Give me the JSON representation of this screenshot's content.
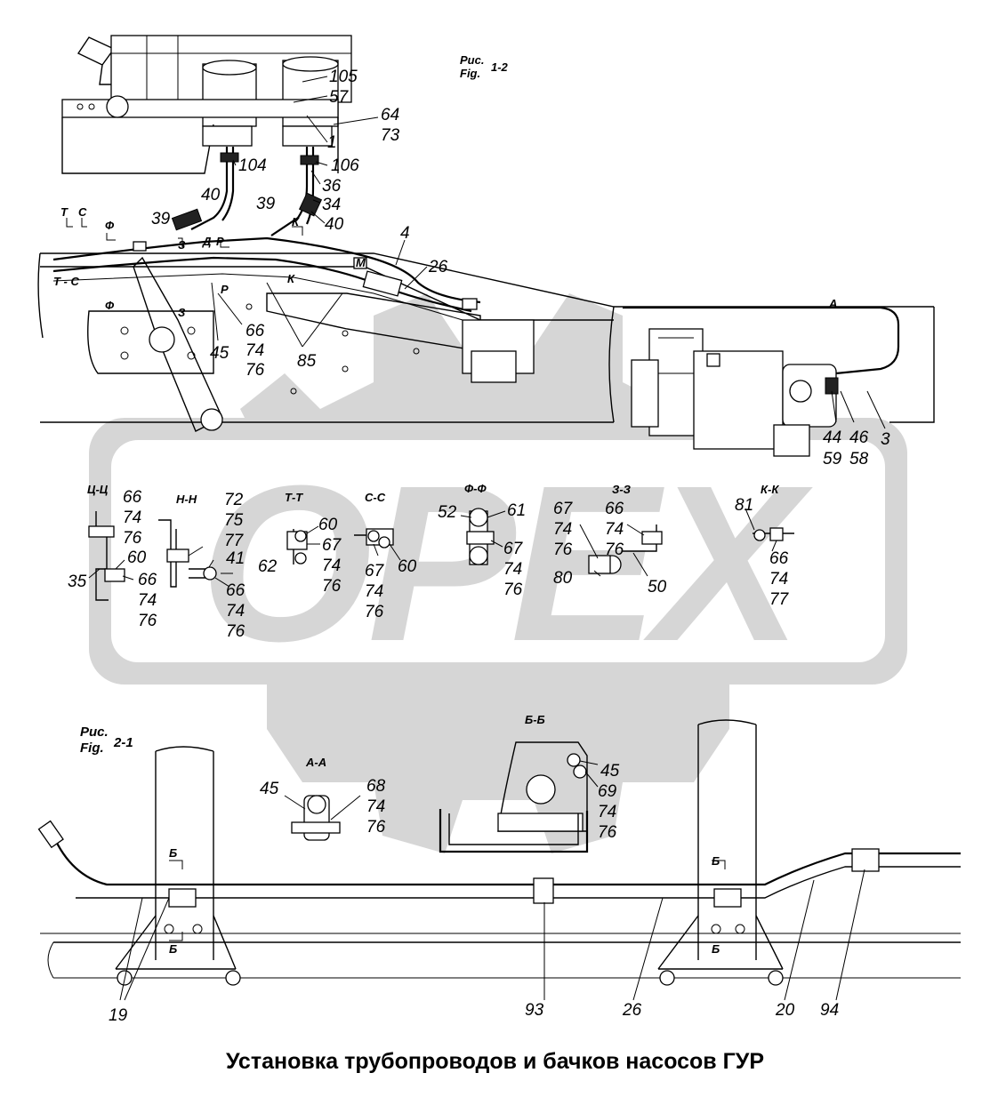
{
  "title": "Установка трубопроводов и бачков насосов ГУР",
  "watermark": "OPEX",
  "colors": {
    "line": "#000000",
    "watermark": "#d0d0d0",
    "background": "#ffffff"
  },
  "figures": [
    {
      "ru": "Рис.",
      "en": "Fig.",
      "num": "1-2"
    },
    {
      "ru": "Рис.",
      "en": "Fig.",
      "num": "2-1"
    }
  ],
  "sections": {
    "cc": "Ц-Ц",
    "nn": "Н-Н",
    "tt": "Т-Т",
    "ss": "С-С",
    "ff": "Ф-Ф",
    "zz": "З-З",
    "kk": "К-К",
    "aa": "А-А",
    "bb": "Б-Б"
  },
  "markers": {
    "t": "Т",
    "c": "С",
    "f": "Ф",
    "z": "З",
    "d": "Д",
    "p": "Р",
    "k": "К",
    "ts": "Т - С",
    "m": "М",
    "b": "Б",
    "a": "А"
  },
  "labels": {
    "l105": "105",
    "l57": "57",
    "l64": "64",
    "l73": "73",
    "l1": "1",
    "l106": "106",
    "l104": "104",
    "l36": "36",
    "l34": "34",
    "l40a": "40",
    "l40b": "40",
    "l39a": "39",
    "l39b": "39",
    "l4": "4",
    "l26a": "26",
    "l66a": "66",
    "l74a": "74",
    "l76a": "76",
    "l45a": "45",
    "l85": "85",
    "l44": "44",
    "l59": "59",
    "l46": "46",
    "l58": "58",
    "l3": "3",
    "cc66": "66",
    "cc74": "74",
    "cc76": "76",
    "cc35": "35",
    "cc60": "60",
    "cc66b": "66",
    "cc74b": "74",
    "cc76b": "76",
    "nn72": "72",
    "nn75": "75",
    "nn77": "77",
    "nn41": "41",
    "nn62": "62",
    "nn66": "66",
    "nn74": "74",
    "nn76": "76",
    "tt60": "60",
    "tt67": "67",
    "tt74": "74",
    "tt76": "76",
    "ss67": "67",
    "ss74": "74",
    "ss76": "76",
    "ss60": "60",
    "ff52": "52",
    "ff61": "61",
    "ff67": "67",
    "ff74": "74",
    "ff76": "76",
    "zz67": "67",
    "zz74": "74",
    "zz76": "76",
    "zz66": "66",
    "zz74b": "74",
    "zz76b": "76",
    "zz80": "80",
    "zz50": "50",
    "kk81": "81",
    "kk66": "66",
    "kk74": "74",
    "kk77": "77",
    "aa45": "45",
    "aa68": "68",
    "aa74": "74",
    "aa76": "76",
    "bb45": "45",
    "bb69": "69",
    "bb74": "74",
    "bb76": "76",
    "b19": "19",
    "b93": "93",
    "b26": "26",
    "b20": "20",
    "b94": "94"
  }
}
